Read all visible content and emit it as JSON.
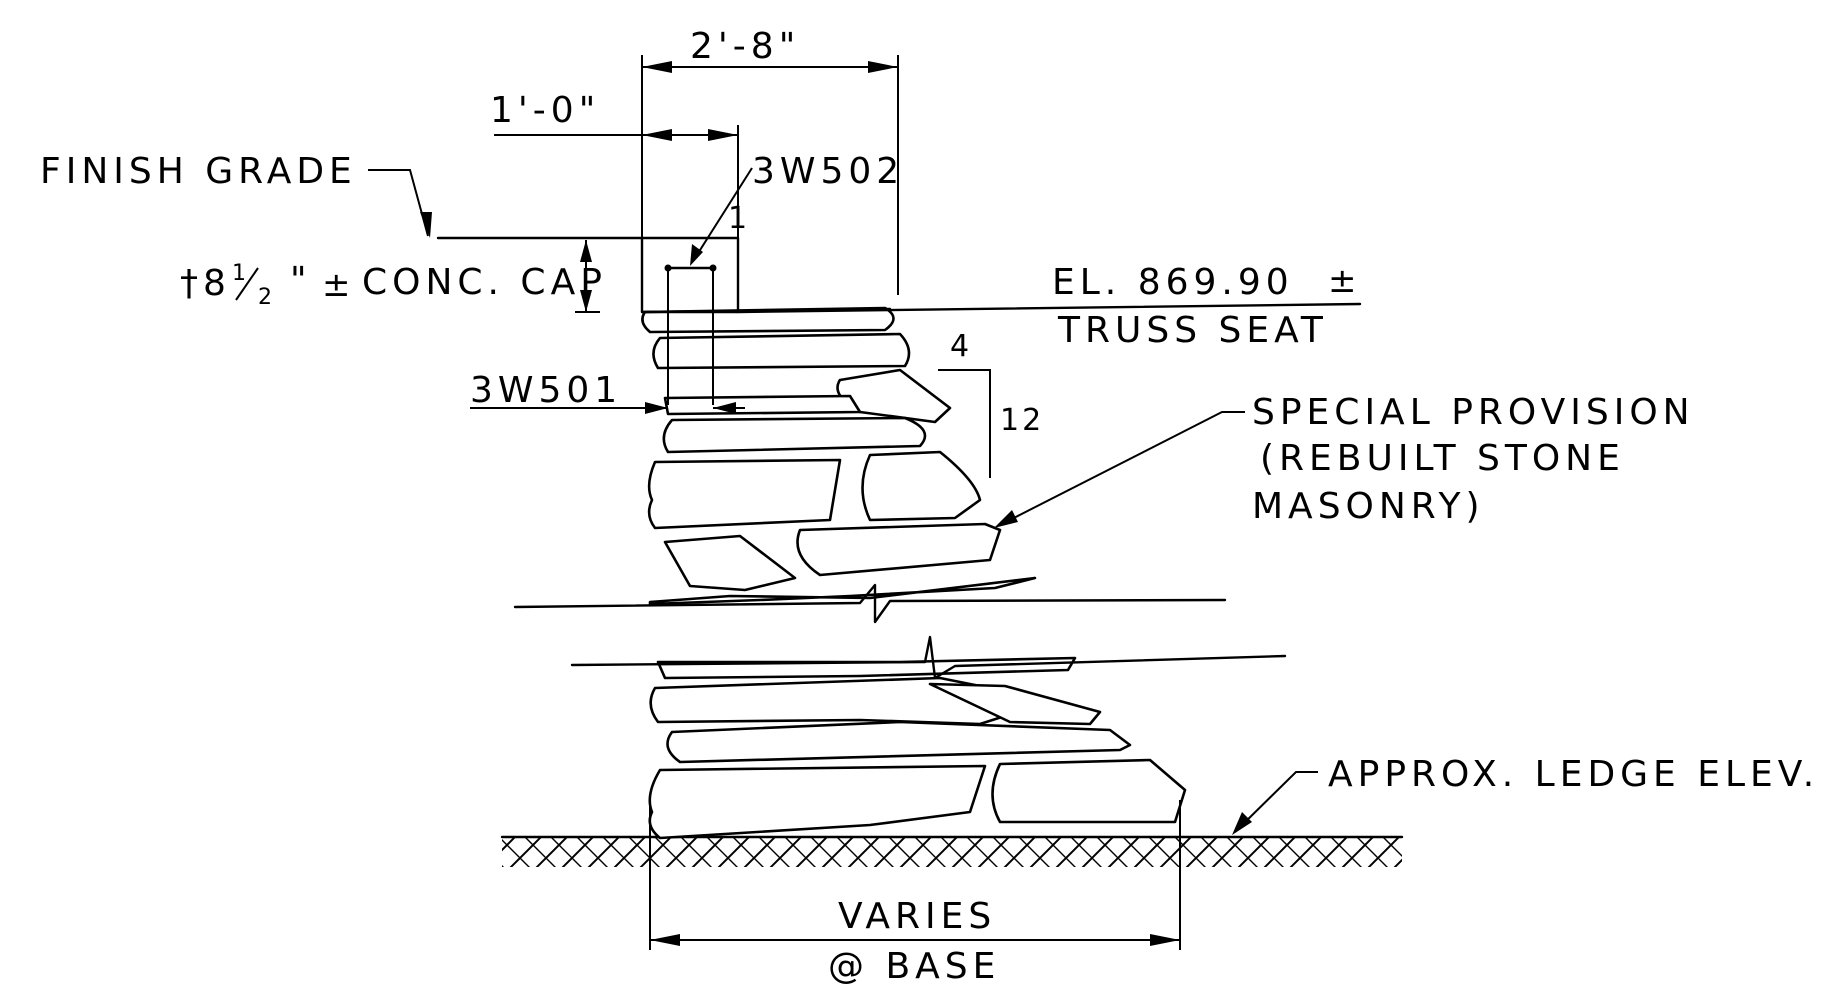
{
  "labels": {
    "dim_total_width": "2'-8\"",
    "dim_cap_width": "1'-0\"",
    "finish_grade": "FINISH GRADE",
    "bar_top": "3W502",
    "bar_top_count": "1",
    "cap_prefix": "†8",
    "cap_frac_num": "1",
    "cap_frac_den": "2",
    "cap_suffix": "\"",
    "cap_pm": "±",
    "cap_text": "CONC. CAP",
    "elevation": "EL. 869.90",
    "elevation_pm": "±",
    "truss_seat": "TRUSS SEAT",
    "bar_bottom": "3W501",
    "batter_run": "4",
    "batter_rise": "12",
    "special_provision": "SPECIAL PROVISION",
    "rebuilt_stone": "(REBUILT STONE",
    "masonry": "MASONRY)",
    "ledge": "APPROX. LEDGE ELEV.",
    "varies": "VARIES",
    "base": "@ BASE"
  }
}
